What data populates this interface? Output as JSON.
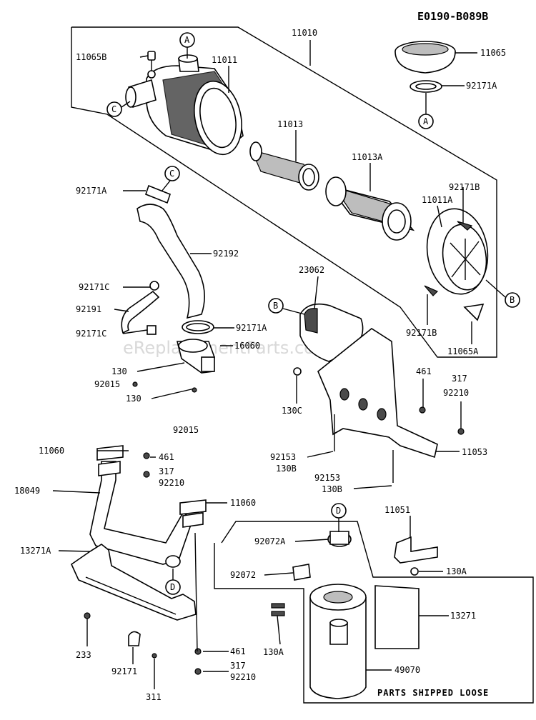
{
  "diagram_code": "E0190-B089B",
  "watermark": "eReplacementParts.com",
  "footer_note": "PARTS SHIPPED LOOSE",
  "connectors": {
    "A": "A",
    "B": "B",
    "C": "C",
    "D": "D"
  },
  "labels": {
    "p11010": "11010",
    "p11065B": "11065B",
    "p11011": "11011",
    "p11065": "11065",
    "p92171A_top": "92171A",
    "p11013": "11013",
    "p11013A": "11013A",
    "p92171B_top": "92171B",
    "p11011A": "11011A",
    "p92171A_left": "92171A",
    "p92192": "92192",
    "p23062": "23062",
    "p92171C_1": "92171C",
    "p92191": "92191",
    "p92171C_2": "92171C",
    "p92171A_mid": "92171A",
    "p16060": "16060",
    "p92171B_bot": "92171B",
    "p11065A": "11065A",
    "p130_1": "130",
    "p92015_1": "92015",
    "p130_2": "130",
    "p92015_2": "92015",
    "p130C": "130C",
    "p461_r": "461",
    "p317_r": "317",
    "p92210_r": "92210",
    "p11060_1": "11060",
    "p461_m": "461",
    "p317_m": "317",
    "p92210_m": "92210",
    "p92153_1": "92153",
    "p130B_1": "130B",
    "p11053": "11053",
    "p92153_2": "92153",
    "p130B_2": "130B",
    "p18049": "18049",
    "p11060_2": "11060",
    "p11051": "11051",
    "p13271A": "13271A",
    "p92072A": "92072A",
    "p130A_r": "130A",
    "p92072": "92072",
    "p13271": "13271",
    "p233": "233",
    "p461_b": "461",
    "p317_b": "317",
    "p92210_b": "92210",
    "p92171": "92171",
    "p130A_l": "130A",
    "p49070": "49070",
    "p311": "311"
  }
}
